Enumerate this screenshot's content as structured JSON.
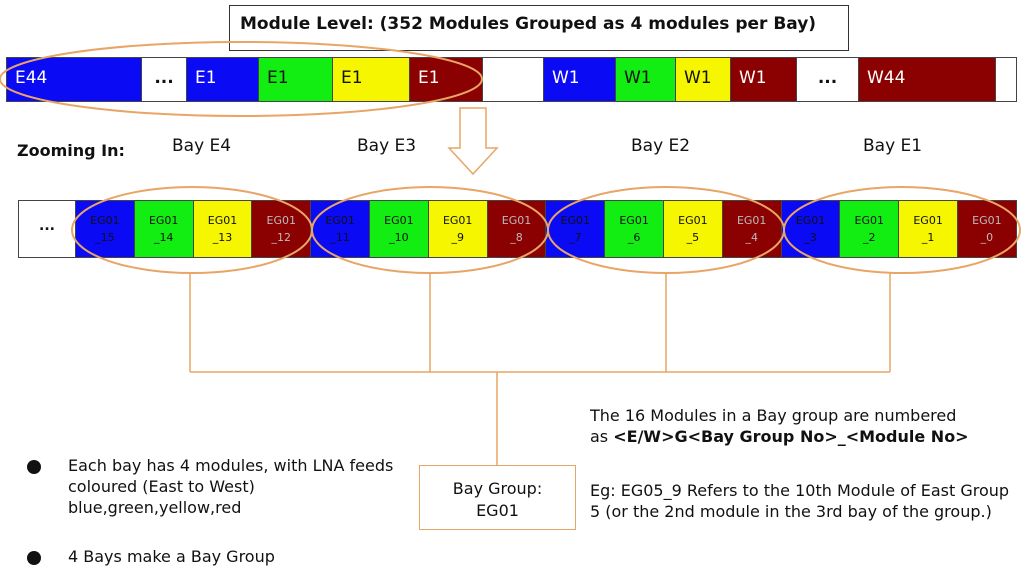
{
  "title": "Module Level: (352 Modules Grouped as 4 modules per Bay)",
  "colors": {
    "blue": "#0a0af5",
    "green": "#12ee12",
    "yellow": "#f6f600",
    "red": "#8b0000",
    "white": "#ffffff",
    "accent": "#e8a565"
  },
  "module_row": [
    {
      "label": "E44",
      "color": "blue"
    },
    {
      "label": "...",
      "color": "white"
    },
    {
      "label": "E1",
      "color": "blue"
    },
    {
      "label": "E1",
      "color": "green"
    },
    {
      "label": "E1",
      "color": "yellow"
    },
    {
      "label": "E1",
      "color": "red"
    },
    {
      "label": "",
      "color": "white"
    },
    {
      "label": "W1",
      "color": "blue"
    },
    {
      "label": "W1",
      "color": "green"
    },
    {
      "label": "W1",
      "color": "yellow"
    },
    {
      "label": "W1",
      "color": "red"
    },
    {
      "label": "...",
      "color": "white"
    },
    {
      "label": "W44",
      "color": "red"
    }
  ],
  "zoom_label": "Zooming In:",
  "bays": [
    "Bay E4",
    "Bay E3",
    "Bay E2",
    "Bay E1"
  ],
  "zoom_row": [
    {
      "label": "...",
      "color": "white"
    },
    {
      "label": "EG01\n_15",
      "color": "blue"
    },
    {
      "label": "EG01\n_14",
      "color": "green"
    },
    {
      "label": "EG01\n_13",
      "color": "yellow"
    },
    {
      "label": "EG01\n_12",
      "color": "red"
    },
    {
      "label": "EG01\n_11",
      "color": "blue"
    },
    {
      "label": "EG01\n_10",
      "color": "green"
    },
    {
      "label": "EG01\n_9",
      "color": "yellow"
    },
    {
      "label": "EG01\n_8",
      "color": "red"
    },
    {
      "label": "EG01\n_7",
      "color": "blue"
    },
    {
      "label": "EG01\n_6",
      "color": "green"
    },
    {
      "label": "EG01\n_5",
      "color": "yellow"
    },
    {
      "label": "EG01\n_4",
      "color": "red"
    },
    {
      "label": "EG01\n_3",
      "color": "blue"
    },
    {
      "label": "EG01\n_2",
      "color": "green"
    },
    {
      "label": "EG01\n_1",
      "color": "yellow"
    },
    {
      "label": "EG01\n_0",
      "color": "red"
    }
  ],
  "bay_group": {
    "line1": "Bay Group:",
    "line2": "EG01"
  },
  "bullets": [
    "Each bay has 4 modules, with LNA feeds coloured (East to West) blue,green,yellow,red",
    "4 Bays make a Bay Group"
  ],
  "naming": {
    "line1": "The 16 Modules in a Bay group are numbered",
    "prefix": "as ",
    "format": "<E/W>G<Bay Group No>_<Module No>",
    "example": "Eg:  EG05_9 Refers to the 10th Module of East Group 5 (or the 2nd module in the 3rd bay of the group.)"
  }
}
